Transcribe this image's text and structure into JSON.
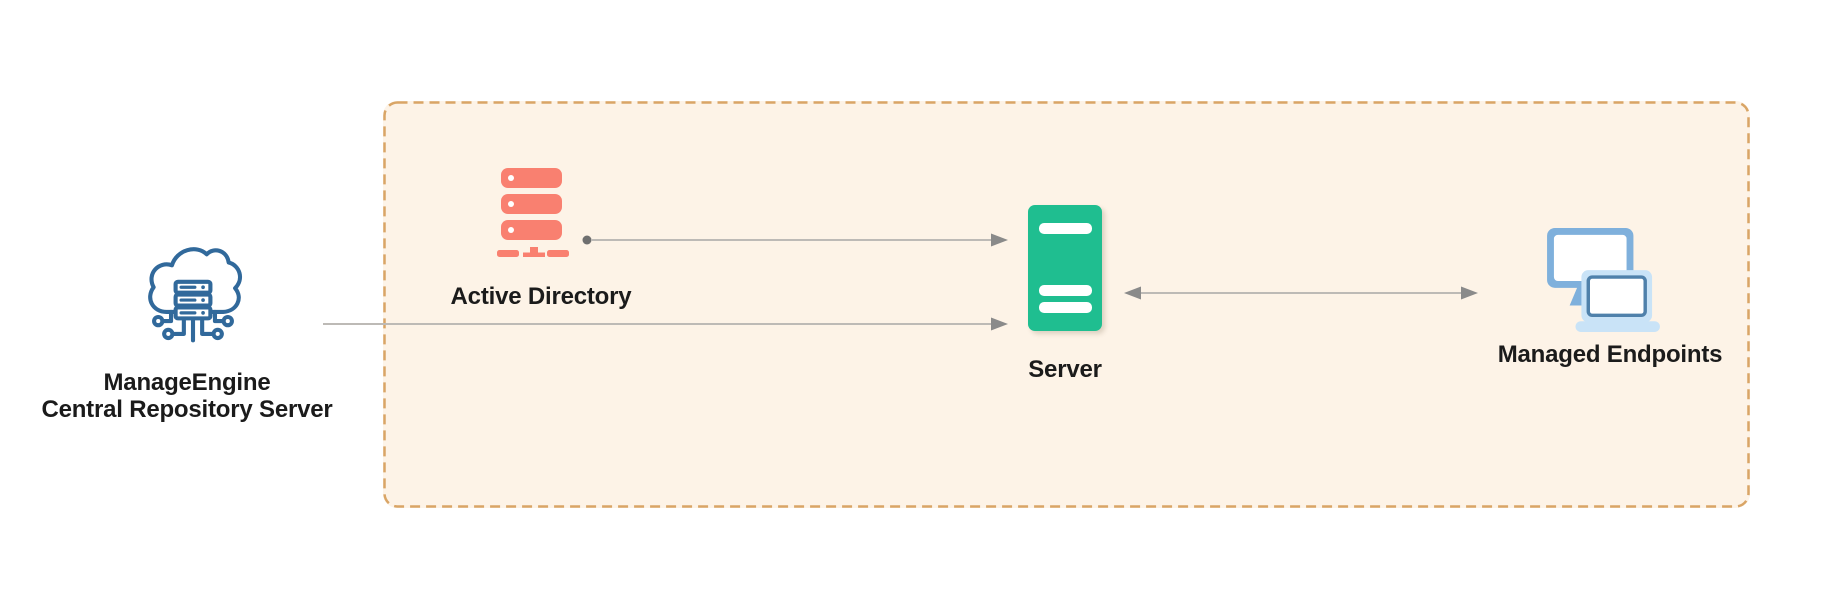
{
  "title": "ManageEngine distribution architecture diagram",
  "theme": {
    "page-bg": "#ffffff",
    "zone-bg": "#fdf3e7",
    "zone-border": "#d9a566",
    "label-color": "#1b1b1b",
    "arrow-line": "#bdbab6",
    "arrow-head": "#8a8a8a",
    "arrow-dot": "#6f6f6f",
    "ad-red": "#f98070",
    "server-green": "#1fbe90",
    "cloud-blue": "#31699b",
    "monitor-blue": "#7fb0dc",
    "laptop-blue": "#c9e3f7",
    "laptop-screen-border": "#4f81ab"
  },
  "nodes": {
    "repository": {
      "icon": "cloud-server-icon",
      "label_line1": "ManageEngine",
      "label_line2": "Central Repository Server"
    },
    "active_directory": {
      "icon": "server-stack-icon",
      "label": "Active Directory"
    },
    "server": {
      "icon": "server-tower-icon",
      "label": "Server"
    },
    "managed_endpoints": {
      "icon": "monitor-laptop-icon",
      "label": "Managed Endpoints"
    }
  },
  "connections": [
    {
      "from": "active_directory",
      "to": "server",
      "style": "single-arrow-right-with-start-dot"
    },
    {
      "from": "repository",
      "to": "server",
      "style": "single-arrow-right"
    },
    {
      "from": "server",
      "to": "managed_endpoints",
      "style": "double-headed-arrow"
    }
  ],
  "zone": {
    "description": "dashed boundary around Active Directory, Server and Managed Endpoints"
  }
}
